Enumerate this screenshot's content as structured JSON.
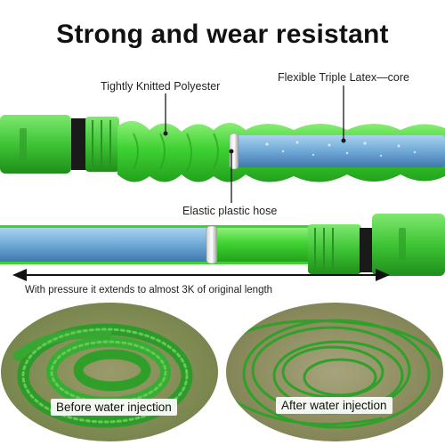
{
  "headline": "Strong and wear resistant",
  "callouts": {
    "polyester": "Tightly Knitted Polyester",
    "latex_core": "Flexible Triple Latex—core",
    "plastic_hose": "Elastic plastic hose"
  },
  "extension_caption": "With pressure it extends to almost 3K of original length",
  "photos": {
    "before_label": "Before water injection",
    "after_label": "After water injection"
  },
  "colors": {
    "hose_green": "#3fd233",
    "connector_green": "#46c93a",
    "inner_blue": "#7ab3dc"
  }
}
